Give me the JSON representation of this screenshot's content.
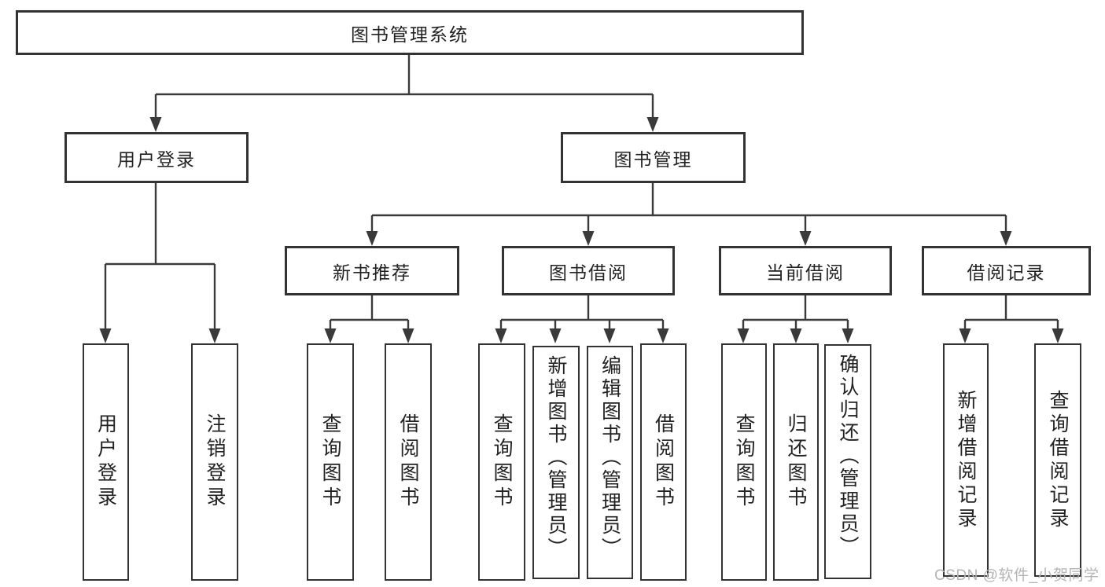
{
  "tree": {
    "root": "图书管理系统",
    "user_login": {
      "label": "用户登录",
      "children": {
        "login": "用户登录",
        "logout": "注销登录"
      }
    },
    "book_mgmt": {
      "label": "图书管理",
      "children": {
        "new_book_rec": {
          "label": "新书推荐",
          "children": {
            "query_book": "查询图书",
            "borrow_book": "借阅图书"
          }
        },
        "book_borrow": {
          "label": "图书借阅",
          "children": {
            "query_book": "查询图书",
            "add_book": "新增图书（管理员）",
            "edit_book": "编辑图书（管理员）",
            "borrow_book": "借阅图书"
          }
        },
        "current_borrow": {
          "label": "当前借阅",
          "children": {
            "query_book": "查询图书",
            "return_book": "归还图书",
            "confirm_return": "确认归还（管理员）"
          }
        },
        "borrow_record": {
          "label": "借阅记录",
          "children": {
            "add_record": "新增借阅记录",
            "query_record": "查询借阅记录"
          }
        }
      }
    }
  },
  "watermark": "CSDN @软件_小贺同学",
  "colors": {
    "line": "#3a3a3a",
    "border": "#333333",
    "text": "#222222",
    "watermark": "#b4b4b7",
    "background": "#ffffff"
  }
}
